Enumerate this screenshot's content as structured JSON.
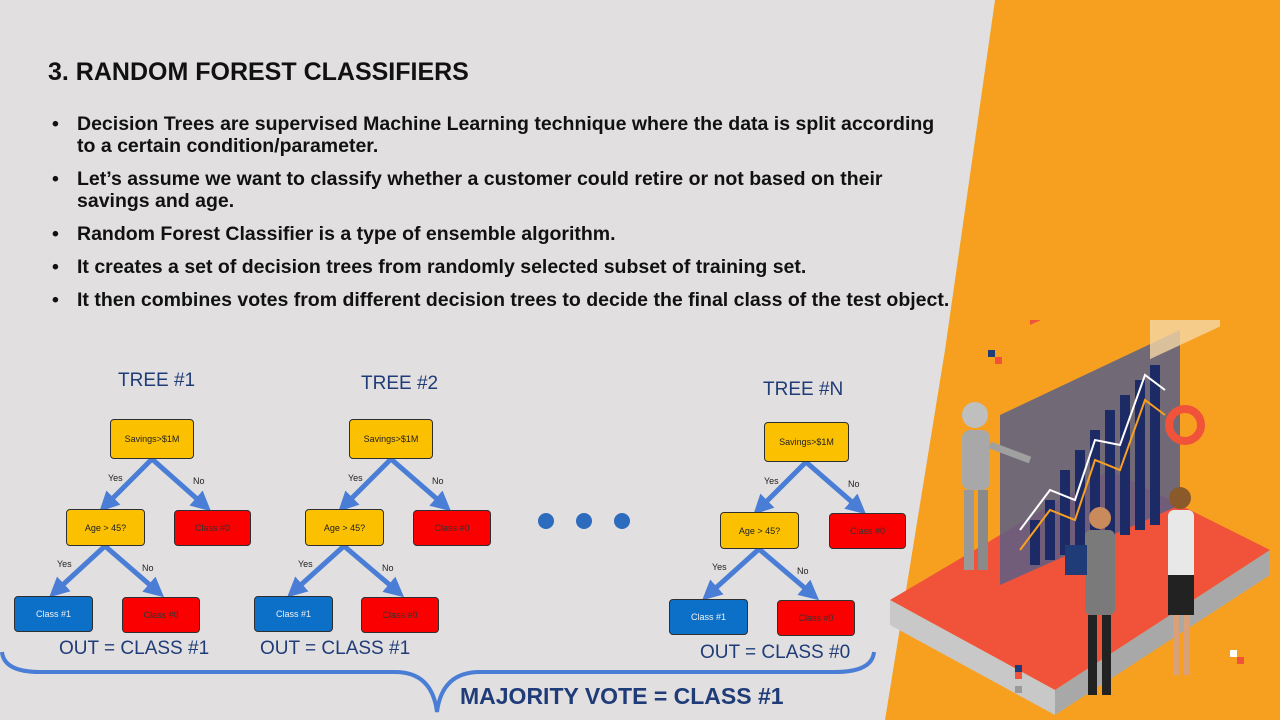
{
  "slide": {
    "title": "3. RANDOM FOREST CLASSIFIERS",
    "bullets": [
      "Decision Trees are supervised Machine Learning technique where the data is split according to a certain condition/parameter.",
      "Let’s assume we want to classify whether a customer could retire or not based on their savings and age.",
      "Random Forest Classifier is a type of ensemble algorithm.",
      "It creates a set of decision trees from randomly selected subset of training set.",
      "It then combines votes from different decision trees to decide the final class of the test object."
    ],
    "bullet_char": "•"
  },
  "trees": [
    {
      "title": "TREE #1",
      "root": "Savings>$1M",
      "yes": "Yes",
      "no": "No",
      "mid": "Age > 45?",
      "right": "Class #0",
      "leaf_yes_label": "Yes",
      "leaf_no_label": "No",
      "leaf_left": "Class #1",
      "leaf_right": "Class #0",
      "out": "OUT = CLASS #1"
    },
    {
      "title": "TREE #2",
      "root": "Savings>$1M",
      "yes": "Yes",
      "no": "No",
      "mid": "Age > 45?",
      "right": "Class #0",
      "leaf_yes_label": "Yes",
      "leaf_no_label": "No",
      "leaf_left": "Class #1",
      "leaf_right": "Class #0",
      "out": "OUT = CLASS #1"
    },
    {
      "title": "TREE #N",
      "root": "Savings>$1M",
      "yes": "Yes",
      "no": "No",
      "mid": "Age > 45?",
      "right": "Class #0",
      "leaf_yes_label": "Yes",
      "leaf_no_label": "No",
      "leaf_left": "Class #1",
      "leaf_right": "Class #0",
      "out": "OUT = CLASS #0"
    }
  ],
  "majority": "MAJORITY VOTE = CLASS #1",
  "colors": {
    "accent_orange": "#f7a020",
    "node_yellow": "#fbc100",
    "node_red": "#fb0000",
    "node_blue": "#0d70c8",
    "arrow_blue": "#4a7ed6",
    "text_navy": "#1f3c78"
  },
  "illustration": "robot-and-analysts-with-charts-illustration"
}
